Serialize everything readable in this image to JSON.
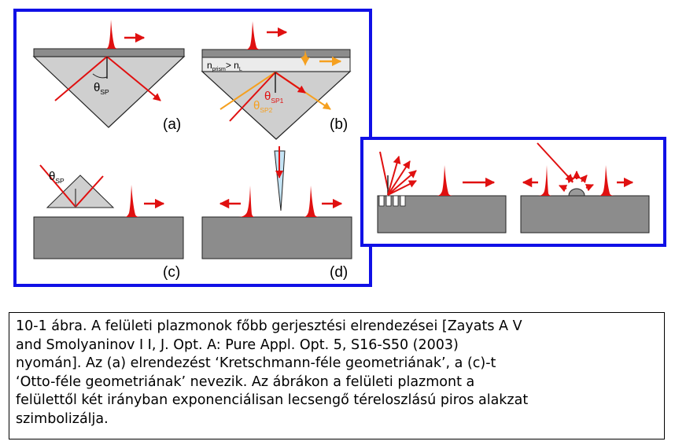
{
  "panels": {
    "a": {
      "label": "(a)",
      "angle_symbol": "θ",
      "angle_sub": "SP"
    },
    "b": {
      "label": "(b)",
      "index_n": "n",
      "index_sub1": "prism",
      "index_rel": "> n",
      "index_sub2": "L",
      "theta1_sub": "SP1",
      "theta2_sub": "SP2"
    },
    "c": {
      "label": "(c)",
      "angle_symbol": "θ",
      "angle_sub": "SP"
    },
    "d": {
      "label": "(d)"
    }
  },
  "caption": {
    "lines": [
      "10-1 ábra. A felületi plazmonok főbb gerjesztési elrendezései [Zayats A V",
      "and Smolyaninov I I, J. Opt. A: Pure Appl. Opt. 5, S16-S50 (2003)",
      "nyomán]. Az (a) elrendezést ‘Kretschmann-féle geometriának’, a (c)-t",
      "‘Otto-féle geometriának’ nevezik. Az ábrákon a felületi plazmont a",
      "felülettől két irányban exponenciálisan lecsengő téreloszlású piros alakzat",
      "szimbolizálja."
    ]
  },
  "colors": {
    "frame": "#1010e6",
    "plasmon": "#e01010",
    "orange": "#f5a020",
    "metal": "#8c8c8c",
    "prism": "#cfcfcf"
  }
}
